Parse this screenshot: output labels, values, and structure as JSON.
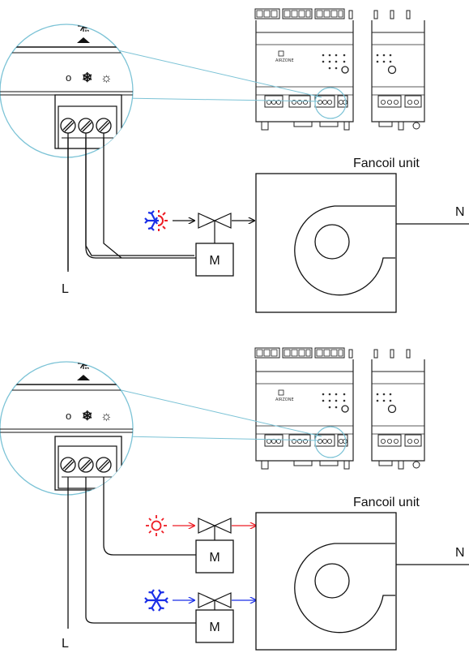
{
  "diagram_top": {
    "unit_label": "Fancoil unit",
    "neutral_label": "N",
    "line_label": "L",
    "motor_label": "M",
    "terminal_symbols": [
      "o",
      "❄",
      "☼"
    ],
    "module_brand": "AIRZONE",
    "colors": {
      "cold": "#1a2ee8",
      "heat": "#ee1c24",
      "zoom_ring": "#7cc3d6"
    }
  },
  "diagram_bottom": {
    "unit_label": "Fancoil unit",
    "neutral_label": "N",
    "line_label": "L",
    "motor_hot_label": "M",
    "motor_cold_label": "M",
    "terminal_symbols": [
      "o",
      "❄",
      "☼"
    ],
    "module_brand": "AIRZONE",
    "colors": {
      "cold": "#1a2ee8",
      "heat": "#ee1c24",
      "zoom_ring": "#7cc3d6"
    }
  },
  "icons": {
    "cool_heat_selector": "snowflake-sun-icon",
    "cold": "snowflake-icon",
    "heat": "sun-icon",
    "valve": "two-way-valve-icon",
    "fan": "centrifugal-fan-icon"
  }
}
